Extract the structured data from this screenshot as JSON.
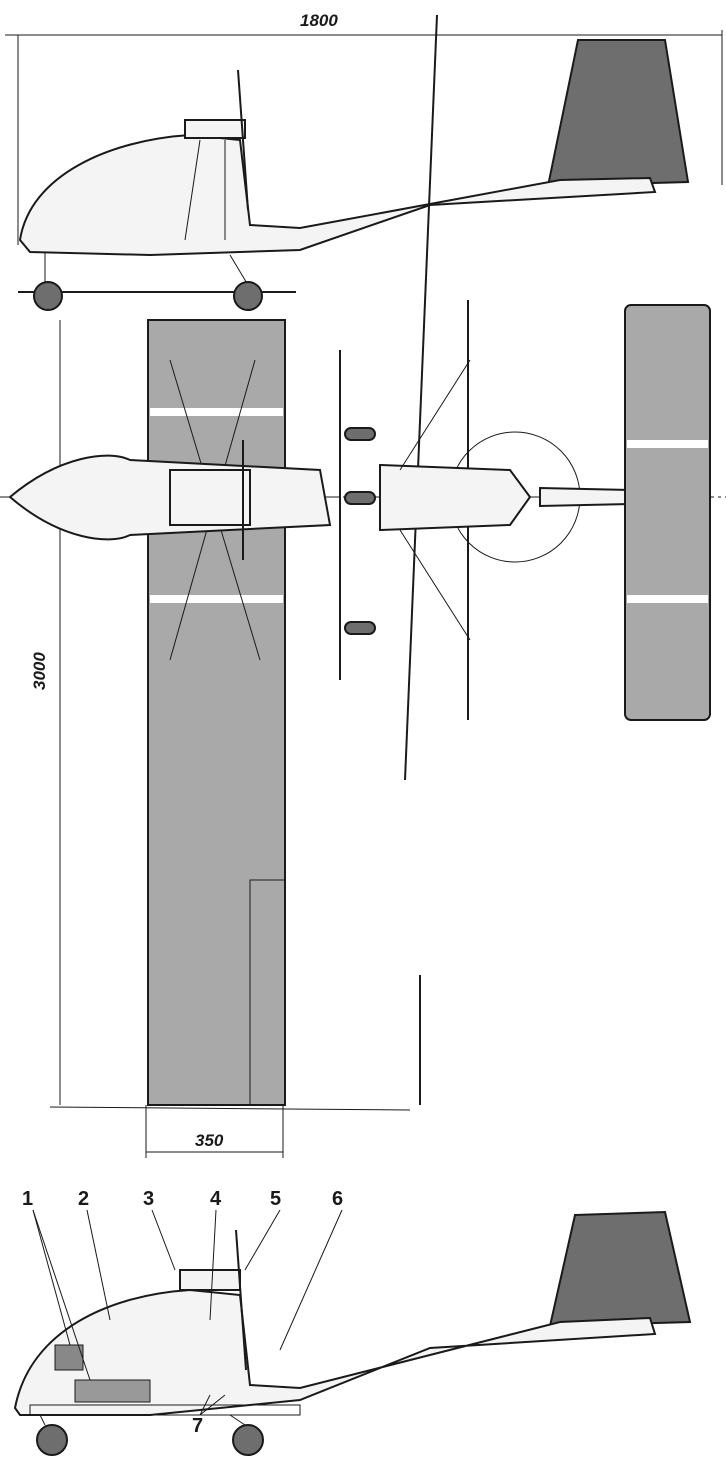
{
  "dimensions": {
    "length": "1800",
    "span": "3000",
    "chord": "350"
  },
  "callouts": [
    "1",
    "2",
    "3",
    "4",
    "5",
    "6",
    "7"
  ],
  "colors": {
    "ink": "#1a1a1a",
    "covering": "#a9a9a9",
    "tail": "#6e6e6e"
  }
}
